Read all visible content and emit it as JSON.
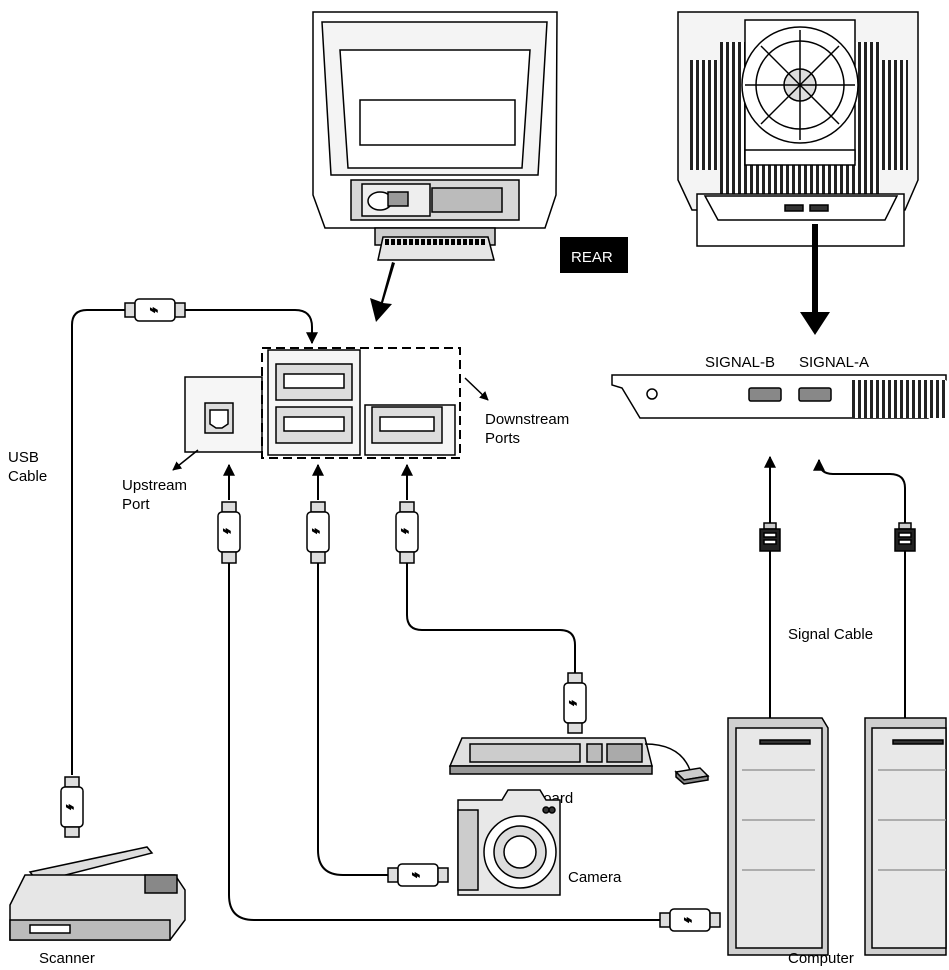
{
  "labels": {
    "rear": "REAR",
    "signal_b": "SIGNAL-B",
    "signal_a": "SIGNAL-A",
    "downstream_line1": "Downstream",
    "downstream_line2": "Ports",
    "upstream_line1": "Upstream",
    "upstream_line2": "Port",
    "usb_cable_line1": "USB",
    "usb_cable_line2": "Cable",
    "signal_cable": "Signal Cable",
    "keyboard": "Keyboard",
    "camera": "Camera",
    "scanner": "Scanner",
    "computer": "Computer"
  },
  "icons": [
    "crt-monitor-rear",
    "lcd-monitor-rear",
    "usb-hub-panel",
    "signal-port-panel",
    "usb-plug",
    "vga-plug",
    "keyboard",
    "mouse",
    "camera",
    "scanner",
    "computer-tower"
  ],
  "colors": {
    "line": "#000000",
    "fill_light": "#e8e8e8",
    "fill_mid": "#c8c8c8",
    "fill_dark": "#888888",
    "badge_bg": "#000000",
    "badge_text": "#ffffff"
  }
}
